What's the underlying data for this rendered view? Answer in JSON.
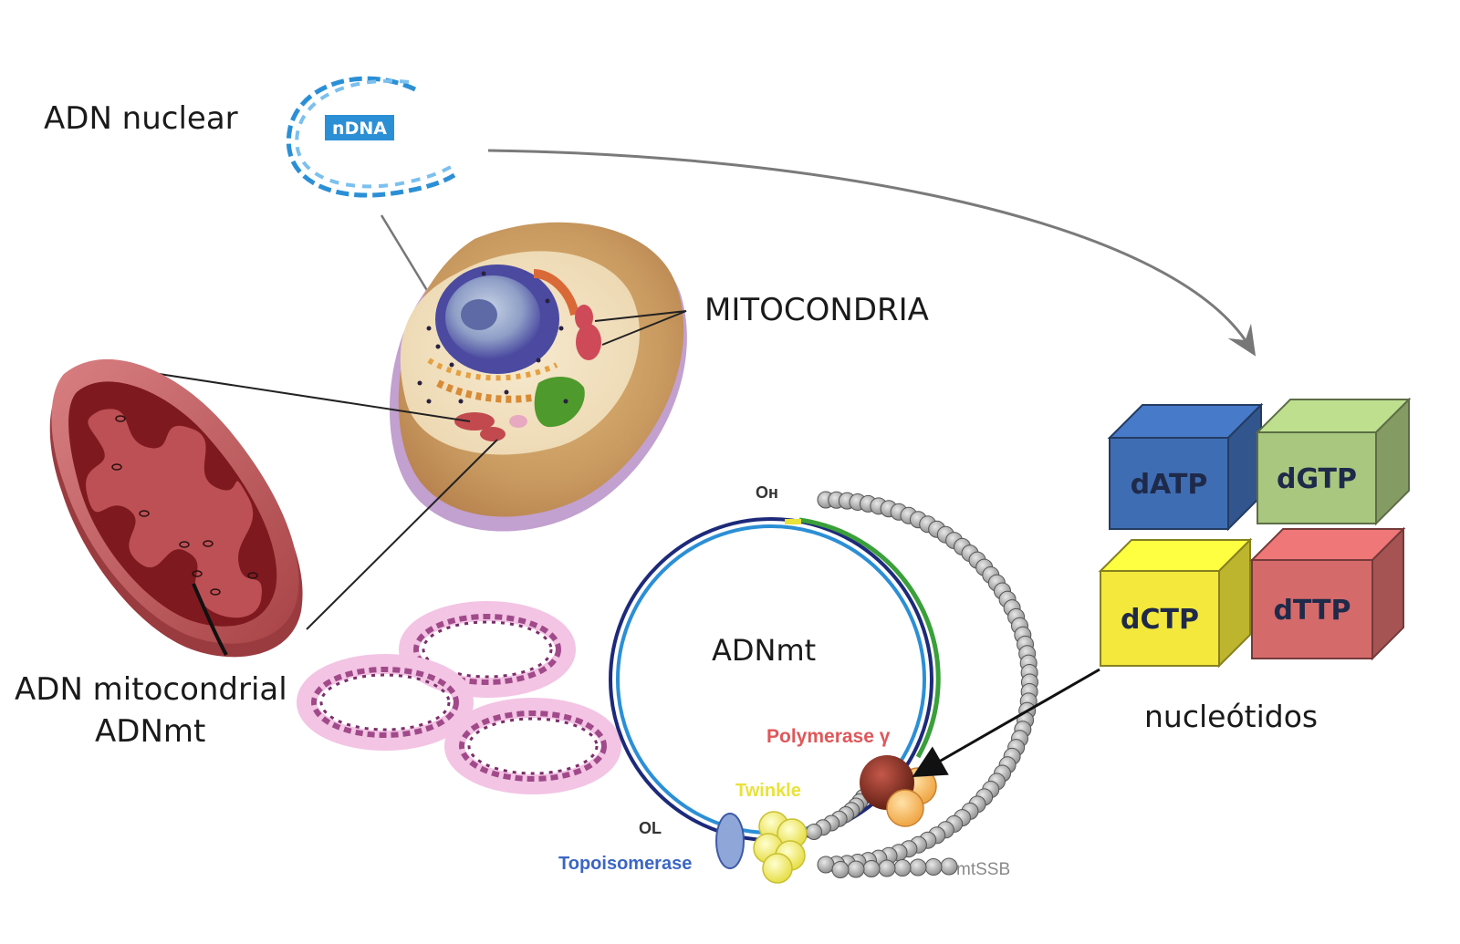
{
  "labels": {
    "adn_nuclear": "ADN nuclear",
    "ndna_tag": "nDNA",
    "mitocondria": "MITOCONDRIA",
    "adn_mitocondrial": "ADN mitocondrial",
    "adnmt_left": "ADNmt",
    "adnmt_circle": "ADNmt",
    "nucleotidos": "nucleótidos",
    "polymerase": "Polymerase γ",
    "twinkle": "Twinkle",
    "topoisomerase": "Topoisomerase",
    "mtssb": "mtSSB",
    "oh": "Oн",
    "ol": "OL"
  },
  "nucleotides": {
    "datp": "dATP",
    "dgtp": "dGTP",
    "dctp": "dCTP",
    "dttp": "dTTP"
  },
  "colors": {
    "datp": "#3f6db3",
    "dgtp": "#a9c77f",
    "dctp": "#f3e83b",
    "dttp": "#d56a6a",
    "dna_blue": "#2b8fd6",
    "plasmid": "#a04a8a"
  }
}
